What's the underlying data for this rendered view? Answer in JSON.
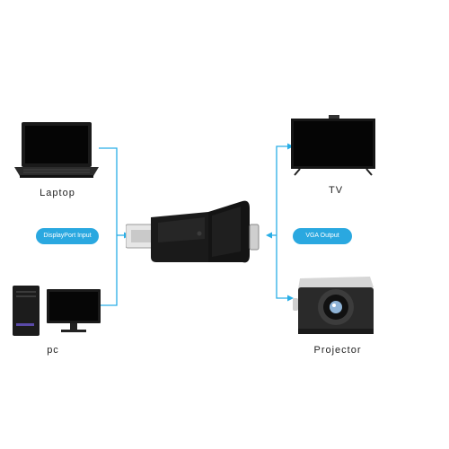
{
  "devices": {
    "laptop": {
      "label": "Laptop",
      "icon": "laptop-icon"
    },
    "pc": {
      "label": "pc",
      "icon": "desktop-pc-icon"
    },
    "tv": {
      "label": "TV",
      "icon": "tv-icon"
    },
    "projector": {
      "label": "Projector",
      "icon": "projector-icon"
    }
  },
  "adapter": {
    "icon": "displayport-to-vga-adapter-icon"
  },
  "badges": {
    "input": {
      "label": "DisplayPort Input"
    },
    "output": {
      "label": "VGA Output"
    }
  },
  "colors": {
    "connector_line": "#29aee6",
    "badge": "#2aa8e0",
    "device_body": "#111111",
    "label_text": "#222222"
  }
}
